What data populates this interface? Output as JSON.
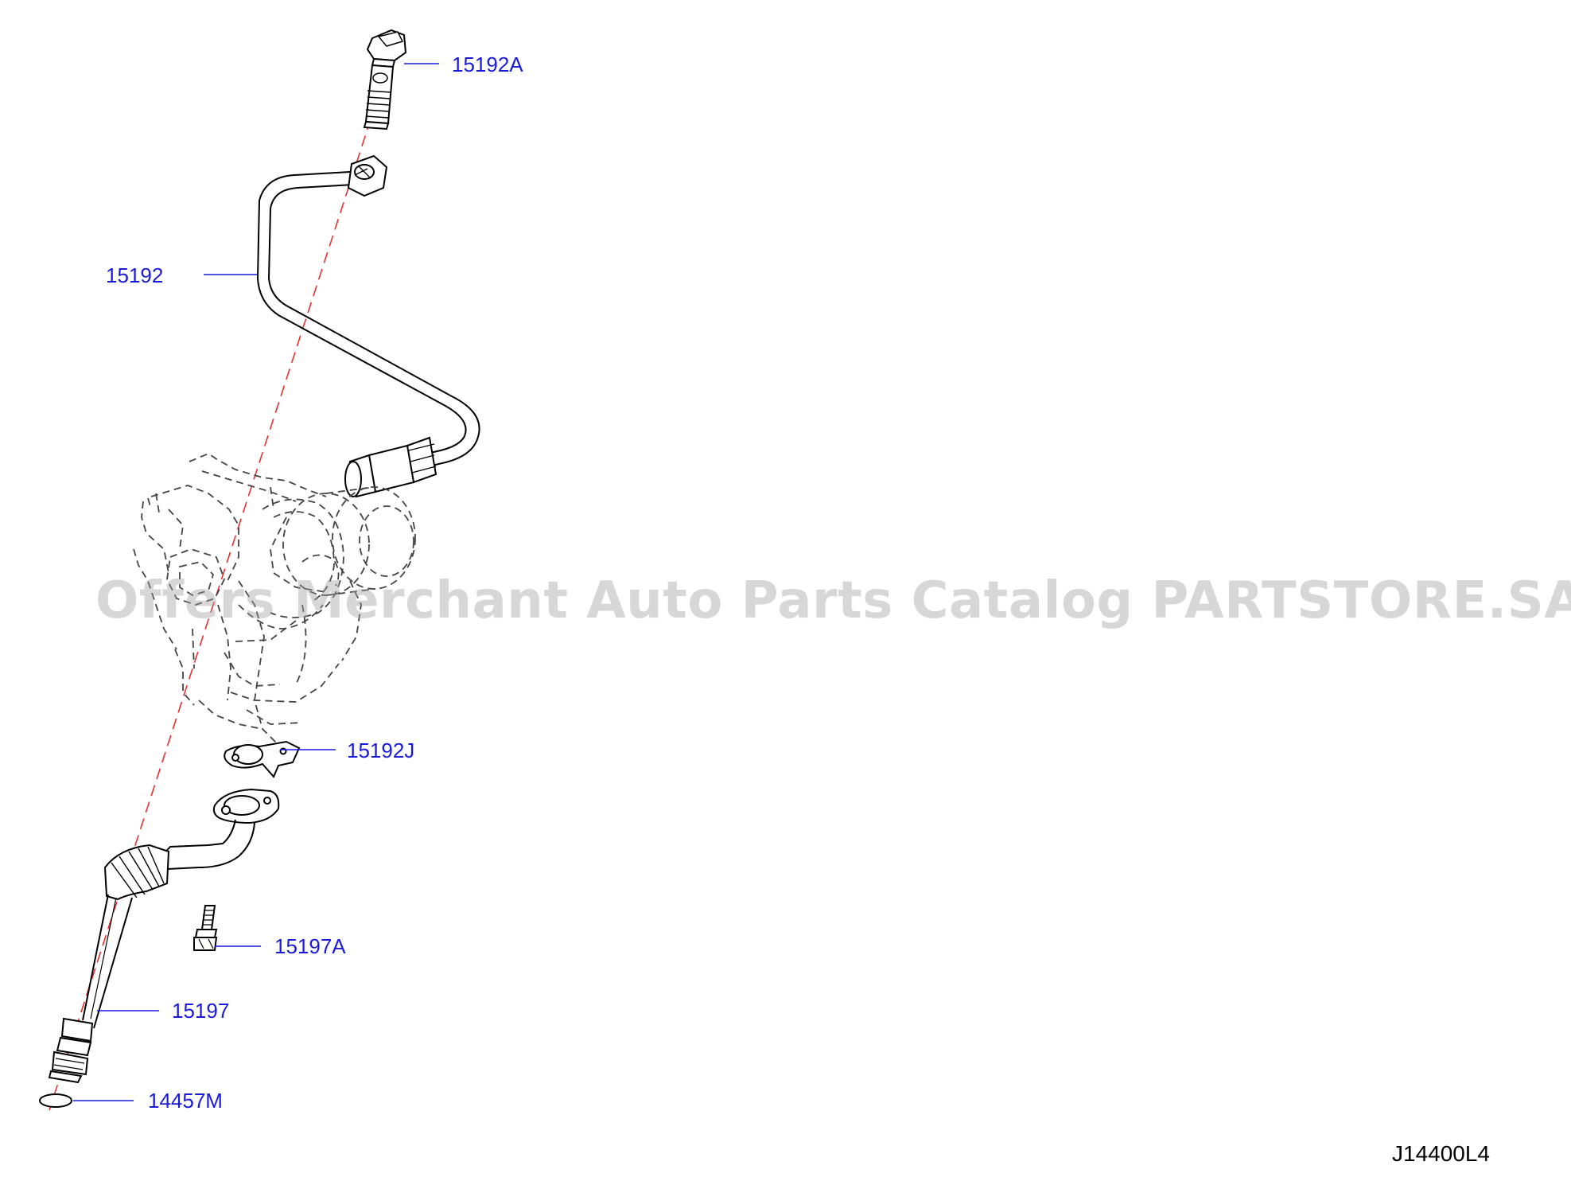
{
  "diagram": {
    "code": "J14400L4",
    "watermark": "Offers Merchant Auto Parts Catalog PARTSTORE.SA",
    "callouts": [
      {
        "id": "15192A"
      },
      {
        "id": "15192"
      },
      {
        "id": "15192J"
      },
      {
        "id": "15197A"
      },
      {
        "id": "15197"
      },
      {
        "id": "14457M"
      }
    ],
    "colors": {
      "label": "#1a1adb",
      "leader": "#1a1adb",
      "centerline": "#e53030",
      "line": "#000000",
      "ghost": "#444444"
    }
  }
}
